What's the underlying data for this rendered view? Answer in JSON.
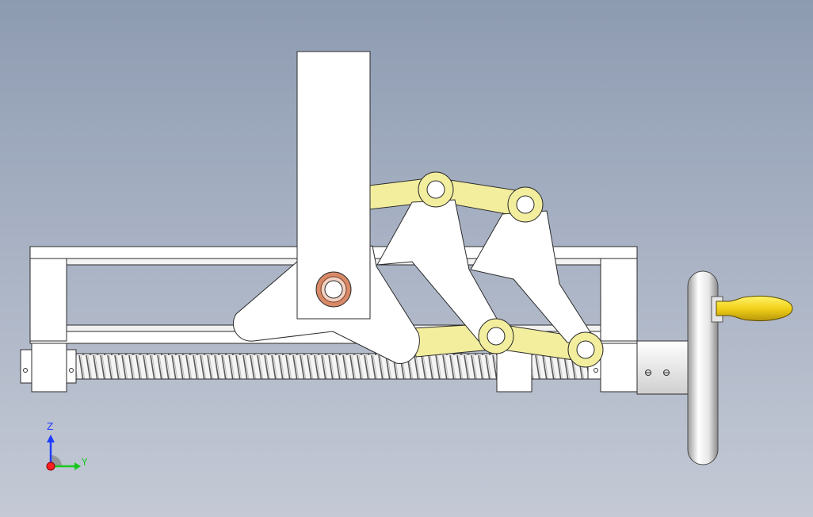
{
  "viewport": {
    "background_top": "#8d9bb1",
    "background_bottom": "#c4c9d5"
  },
  "colors": {
    "part_white": "#ffffff",
    "part_outline": "#2b2b2b",
    "link_yellow": "#f3ee9e",
    "handle_yellow": "#f2d21a",
    "bushing_copper": "#d88a68",
    "axis_z": "#1e3cff",
    "axis_y": "#19c81e",
    "axis_x": "#ff2020"
  },
  "triad": {
    "z_label": "Z",
    "y_label": "Y"
  },
  "model": {
    "icons": [
      "mechanism-assembly",
      "coordinate-triad-icon"
    ]
  }
}
